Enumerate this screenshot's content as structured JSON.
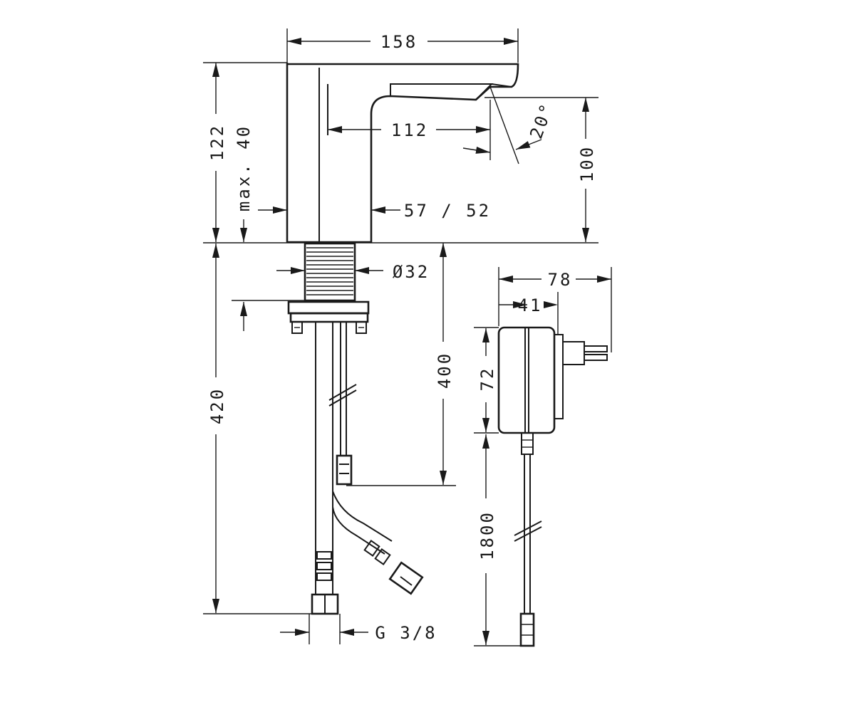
{
  "dimensions": {
    "width_158": "158",
    "reach_112": "112",
    "angle_20": "20°",
    "height_100": "100",
    "height_122": "122",
    "max_40": "max. 40",
    "width_57_52": "57 / 52",
    "diameter_32": "Ø32",
    "length_400": "400",
    "length_420": "420",
    "thread_g38": "G 3/8",
    "adapter_78": "78",
    "adapter_41": "41",
    "adapter_72": "72",
    "cable_1800": "1800"
  },
  "colors": {
    "line": "#1a1a1a",
    "background": "#ffffff"
  }
}
